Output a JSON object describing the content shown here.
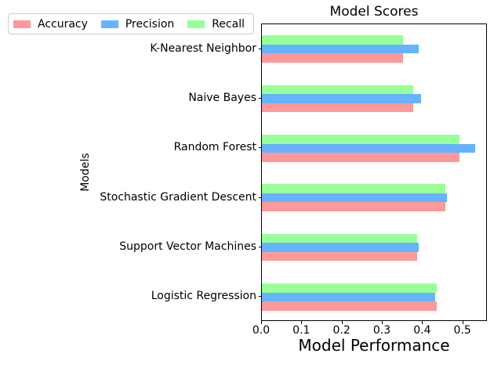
{
  "title": "Model Scores",
  "axes": {
    "xlabel": "Model Performance",
    "ylabel": "Models"
  },
  "legend": {
    "items": [
      {
        "label": "Accuracy",
        "color": "#ff9999"
      },
      {
        "label": "Precision",
        "color": "#66b3ff"
      },
      {
        "label": "Recall",
        "color": "#99ff99"
      }
    ]
  },
  "chart_data": {
    "type": "bar",
    "orientation": "horizontal",
    "title": "Model Scores",
    "xlabel": "Model Performance",
    "ylabel": "Models",
    "categories": [
      "K-Nearest Neighbor",
      "Naive Bayes",
      "Random Forest",
      "Stochastic Gradient Descent",
      "Support Vector Machines",
      "Logistic Regression"
    ],
    "series": [
      {
        "name": "Accuracy",
        "color": "#ff9999",
        "values": [
          0.35,
          0.375,
          0.49,
          0.455,
          0.385,
          0.435
        ]
      },
      {
        "name": "Precision",
        "color": "#66b3ff",
        "values": [
          0.39,
          0.395,
          0.53,
          0.46,
          0.39,
          0.43
        ]
      },
      {
        "name": "Recall",
        "color": "#99ff99",
        "values": [
          0.35,
          0.375,
          0.49,
          0.455,
          0.385,
          0.435
        ]
      }
    ],
    "bar_order_top_to_bottom": [
      "Recall",
      "Precision",
      "Accuracy"
    ],
    "xticks": [
      0.0,
      0.1,
      0.2,
      0.3,
      0.4,
      0.5
    ],
    "xlim": [
      0,
      0.557
    ],
    "grid": false,
    "legend_position": "top-left-outside"
  }
}
